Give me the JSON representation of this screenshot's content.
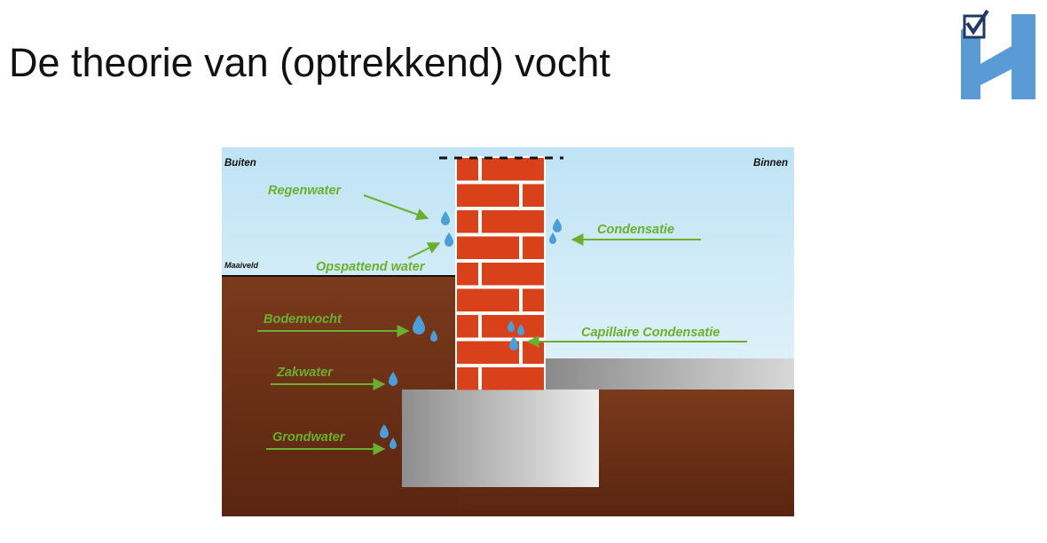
{
  "slide": {
    "title": "De theorie van (optrekkend) vocht"
  },
  "logo": {
    "name": "company-logo",
    "colors": {
      "blue": "#5b9bd5",
      "navy": "#1f3864",
      "check": "#6ab02e"
    }
  },
  "diagram": {
    "labels": {
      "outside": "Buiten",
      "inside": "Binnen",
      "ground_level": "Maaiveld",
      "rainwater": "Regenwater",
      "splash_water": "Opspattend water",
      "condensation": "Condensatie",
      "soil_moisture": "Bodemvocht",
      "capillary_condensation": "Capillaire Condensatie",
      "seepage_water": "Zakwater",
      "groundwater": "Grondwater"
    },
    "colors": {
      "sky_top": "#bfe3f5",
      "sky_bottom": "#f4fafd",
      "soil": "#6b2f16",
      "brick": "#d9411a",
      "mortar": "#ffffff",
      "concrete": "#9a9a9a",
      "label_green": "#6ab02e",
      "drop": "#4a9fd8"
    }
  }
}
